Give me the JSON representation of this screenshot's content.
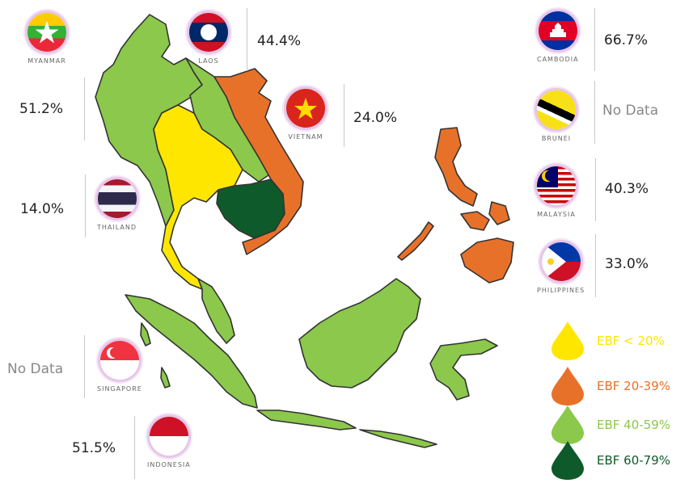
{
  "countries": {
    "myanmar": {
      "name": "MYANMAR",
      "value": "51.2%"
    },
    "laos": {
      "name": "LAOS",
      "value": "44.4%"
    },
    "vietnam": {
      "name": "VIETNAM",
      "value": "24.0%"
    },
    "thailand": {
      "name": "THAILAND",
      "value": "14.0%"
    },
    "cambodia": {
      "name": "CAMBODIA",
      "value": "66.7%"
    },
    "brunei": {
      "name": "BRUNEI",
      "value": "No Data"
    },
    "malaysia": {
      "name": "MALAYSIA",
      "value": "40.3%"
    },
    "philippines": {
      "name": "PHILIPPINES",
      "value": "33.0%"
    },
    "singapore": {
      "name": "SINGAPORE",
      "value": "No Data"
    },
    "indonesia": {
      "name": "INDONESIA",
      "value": "51.5%"
    }
  },
  "legend": [
    {
      "label": "EBF < 20%",
      "color": "#ffe600"
    },
    {
      "label": "EBF 20-39%",
      "color": "#e8712a"
    },
    {
      "label": "EBF 40-59%",
      "color": "#8cc84b"
    },
    {
      "label": "EBF 60-79%",
      "color": "#0f5a2a"
    }
  ],
  "colors": {
    "yellow": "#ffe600",
    "orange": "#e8712a",
    "lightgreen": "#8cc84b",
    "darkgreen": "#0f5a2a",
    "outline": "#3a3a3a"
  }
}
